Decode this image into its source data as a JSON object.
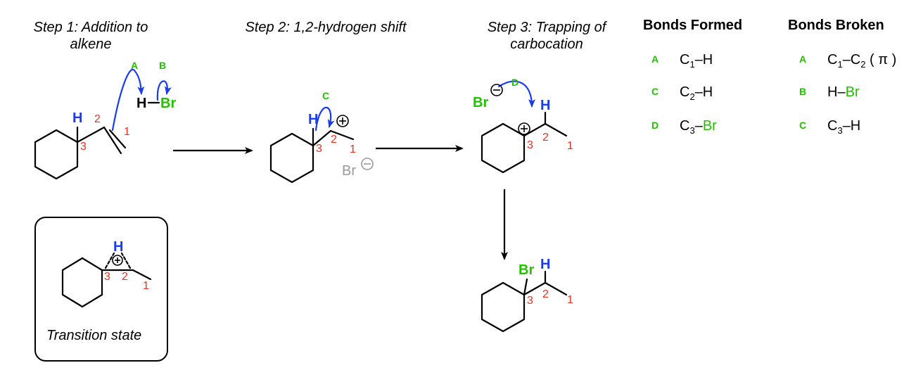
{
  "steps": [
    {
      "title_line1": "Step 1: Addition to",
      "title_line2": "alkene"
    },
    {
      "title_line1": "Step 2: 1,2-hydrogen shift",
      "title_line2": ""
    },
    {
      "title_line1": "Step 3: Trapping of",
      "title_line2": "carbocation"
    }
  ],
  "bonds_formed": {
    "heading": "Bonds Formed",
    "rows": [
      {
        "label": "A",
        "pre": "C",
        "sub1": "1",
        "mid": "–H",
        "sub2": "",
        "post": "",
        "green_part": ""
      },
      {
        "label": "C",
        "pre": "C",
        "sub1": "2",
        "mid": "–H",
        "sub2": "",
        "post": "",
        "green_part": ""
      },
      {
        "label": "D",
        "pre": "C",
        "sub1": "3",
        "mid": "–",
        "sub2": "",
        "post": "",
        "green_part": "Br"
      }
    ]
  },
  "bonds_broken": {
    "heading": "Bonds Broken",
    "rows": [
      {
        "label": "A",
        "pre": "C",
        "sub1": "1",
        "mid": "–C",
        "sub2": "2",
        "post": " ( π )",
        "green_part": ""
      },
      {
        "label": "B",
        "pre": "H–",
        "sub1": "",
        "mid": "",
        "sub2": "",
        "post": "",
        "green_part": "Br"
      },
      {
        "label": "C",
        "pre": "C",
        "sub1": "3",
        "mid": "–H",
        "sub2": "",
        "post": "",
        "green_part": ""
      }
    ]
  },
  "transition_state": {
    "label": "Transition state"
  },
  "atoms": {
    "H": "H",
    "Br": "Br",
    "n1": "1",
    "n2": "2",
    "n3": "3"
  },
  "arrow_labels": {
    "A": "A",
    "B": "B",
    "C": "C",
    "D": "D"
  },
  "colors": {
    "numbers": "#e8321e",
    "hydrogen": "#1a3cf0",
    "bromine": "#22c200",
    "arrow": "#1a3cf0",
    "counterion": "#999999"
  }
}
